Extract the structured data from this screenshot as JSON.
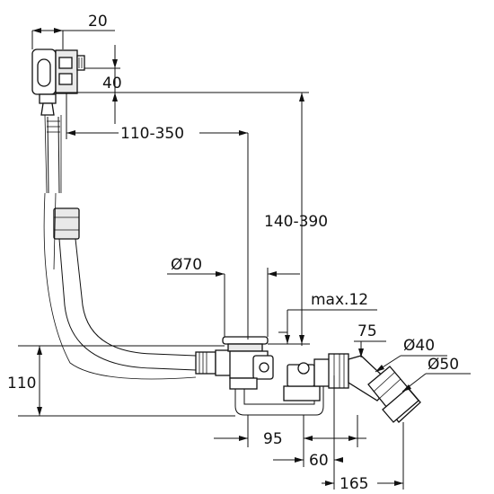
{
  "dimensions": {
    "d20": "20",
    "d40": "40",
    "d110_350": "110-350",
    "d140_390": "140-390",
    "dia70": "Ø70",
    "max12": "max.12",
    "d75": "75",
    "dia40": "Ø40",
    "dia50": "Ø50",
    "d110": "110",
    "d95": "95",
    "d60": "60",
    "d165": "165"
  }
}
